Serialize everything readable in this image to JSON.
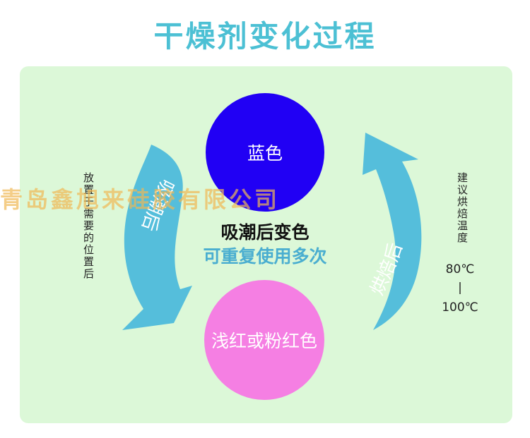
{
  "title": "干燥剂变化过程",
  "nodes": {
    "blue": "蓝色",
    "pink": "浅红或粉红色"
  },
  "center": {
    "main": "吸潮后变色",
    "sub": "可重复使用多次"
  },
  "arrows": {
    "left_label": "吸潮后",
    "right_label": "烘焙后"
  },
  "notes": {
    "left": "放置于需要的位置后",
    "right": "建议烘焙温度",
    "temp_low": "80℃",
    "temp_dash": "|",
    "temp_high": "100℃"
  },
  "watermark": "青岛鑫旭来硅胶有限公司",
  "colors": {
    "title": "#4cc0d4",
    "panel": "#dcf8d8",
    "blue_circle": "#2100f4",
    "pink_circle": "#f57fe3",
    "arrow": "#55bedb",
    "center_main": "#111111",
    "center_sub": "#4aaed0",
    "watermark": "#f0b855"
  }
}
